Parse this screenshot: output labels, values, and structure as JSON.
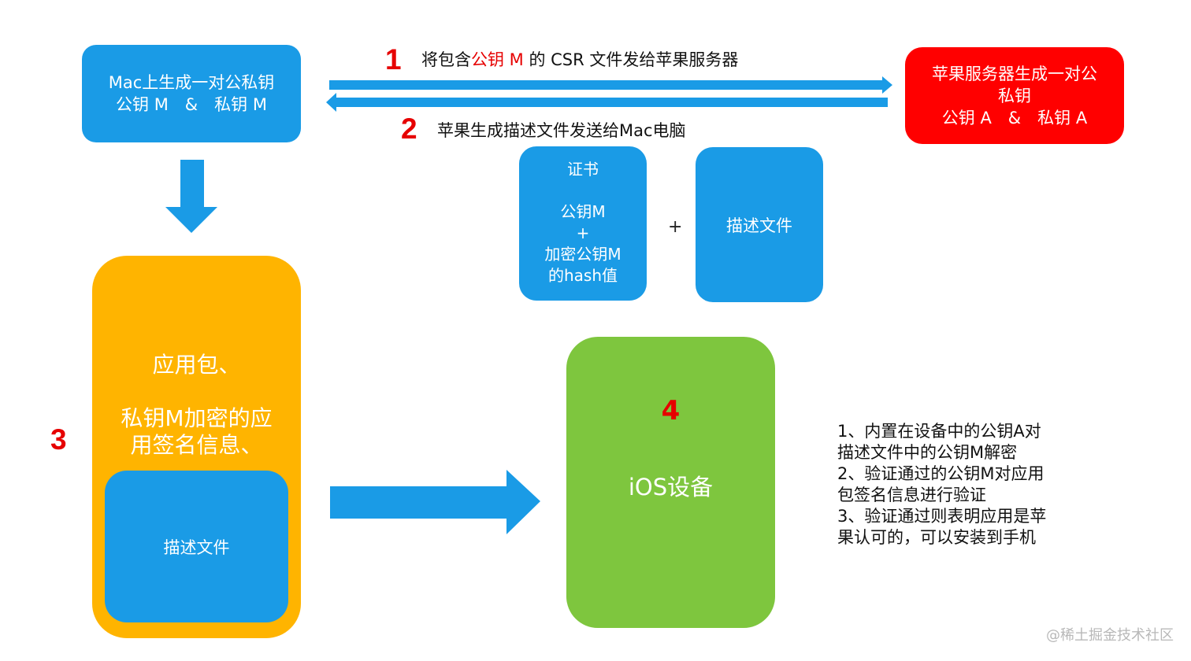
{
  "mac_box": {
    "line1": "Mac上生成一对公私钥",
    "line2": "公钥 M　&　私钥 M"
  },
  "apple_box": {
    "line1": "苹果服务器生成一对公",
    "line2": "私钥",
    "line3": "公钥 A　&　私钥 A"
  },
  "step1": {
    "number": "1",
    "text_before": "将包含",
    "text_highlight": "公钥 M",
    "text_after": " 的 CSR 文件发给苹果服务器"
  },
  "step2": {
    "number": "2",
    "text": "苹果生成描述文件发送给Mac电脑"
  },
  "certificate": {
    "title": "证书",
    "line1": "公钥M",
    "line2": "+",
    "line3": "加密公钥M",
    "line4": "的hash值"
  },
  "plus_sign": "+",
  "profile_label": "描述文件",
  "step3": {
    "number": "3",
    "app_line1": "应用包、",
    "app_line2": "私钥M加密的应",
    "app_line3": "用签名信息、",
    "profile_label": "描述文件"
  },
  "step4": {
    "number": "4",
    "device_label": "iOS设备"
  },
  "notes": [
    "1、内置在设备中的公钥A对",
    "描述文件中的公钥M解密",
    "2、验证通过的公钥M对应用",
    "包签名信息进行验证",
    "3、验证通过则表明应用是苹",
    "果认可的，可以安装到手机"
  ],
  "watermark": "@稀土掘金技术社区",
  "colors": {
    "blue": "#1a9be6",
    "red": "#ff0000",
    "orange": "#ffb400",
    "green": "#7ec63e",
    "step_number": "#e60000"
  }
}
